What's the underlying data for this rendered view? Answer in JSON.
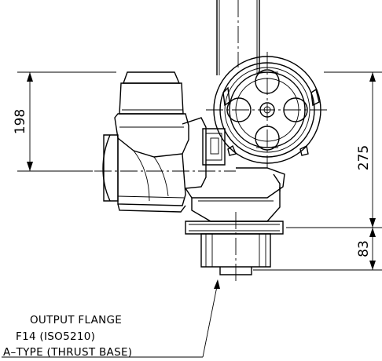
{
  "dimensions": {
    "motor_height": "198",
    "center_height": "275",
    "flange_height": "83"
  },
  "note": {
    "line1": "OUTPUT FLANGE",
    "line2": "F14 (ISO5210)",
    "line3": "A–TYPE (THRUST BASE)"
  }
}
